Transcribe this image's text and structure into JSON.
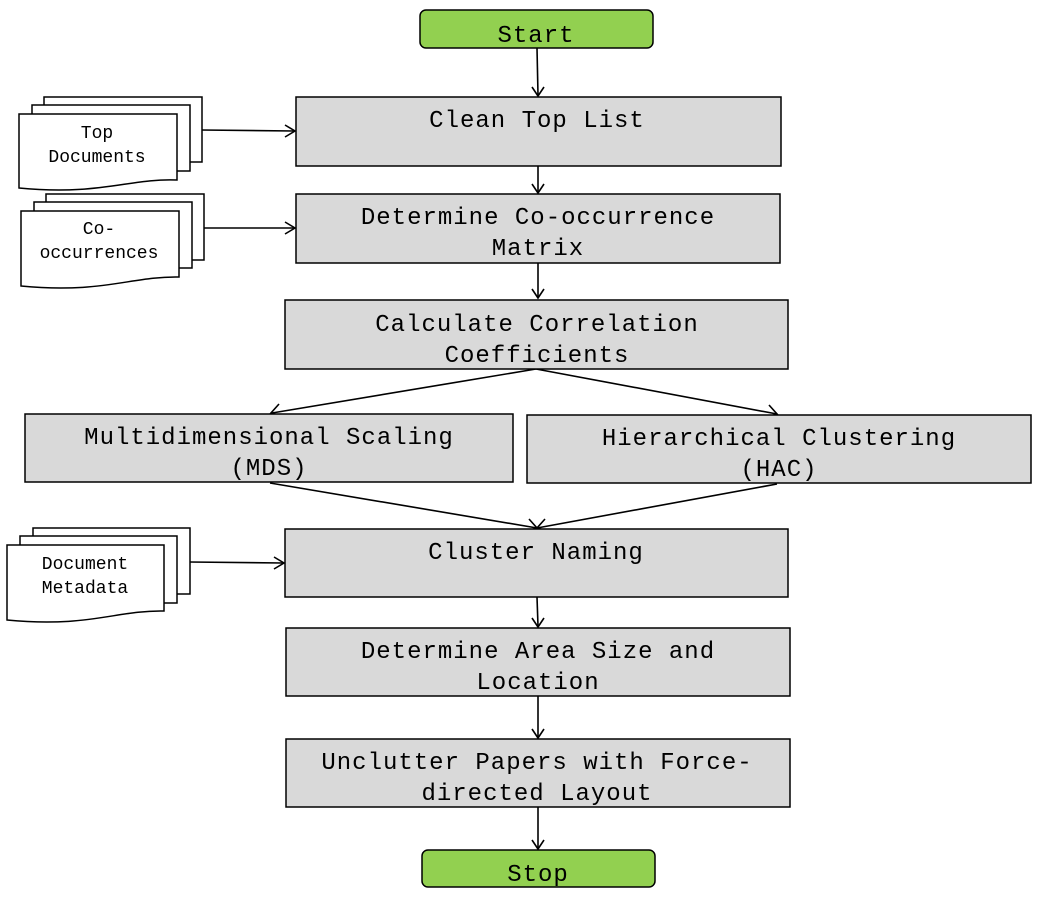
{
  "nodes": {
    "start": "Start",
    "clean_top_list": "Clean Top List",
    "determine_cooccurrence": [
      "Determine Co-occurrence",
      "Matrix"
    ],
    "calculate_correlation": [
      "Calculate Correlation",
      "Coefficients"
    ],
    "mds": [
      "Multidimensional Scaling",
      "(MDS)"
    ],
    "hac": [
      "Hierarchical Clustering",
      "(HAC)"
    ],
    "cluster_naming": "Cluster Naming",
    "area_size": [
      "Determine Area Size and",
      "Location"
    ],
    "unclutter": [
      "Unclutter Papers with Force-",
      "directed Layout"
    ],
    "stop": "Stop"
  },
  "documents": {
    "top_documents": [
      "Top",
      "Documents"
    ],
    "cooccurrences": [
      "Co-",
      "occurrences"
    ],
    "document_metadata": [
      "Document",
      "Metadata"
    ]
  },
  "colors": {
    "terminal_fill": "#92d050",
    "process_fill": "#d9d9d9",
    "document_fill": "#ffffff",
    "stroke": "#000000"
  }
}
